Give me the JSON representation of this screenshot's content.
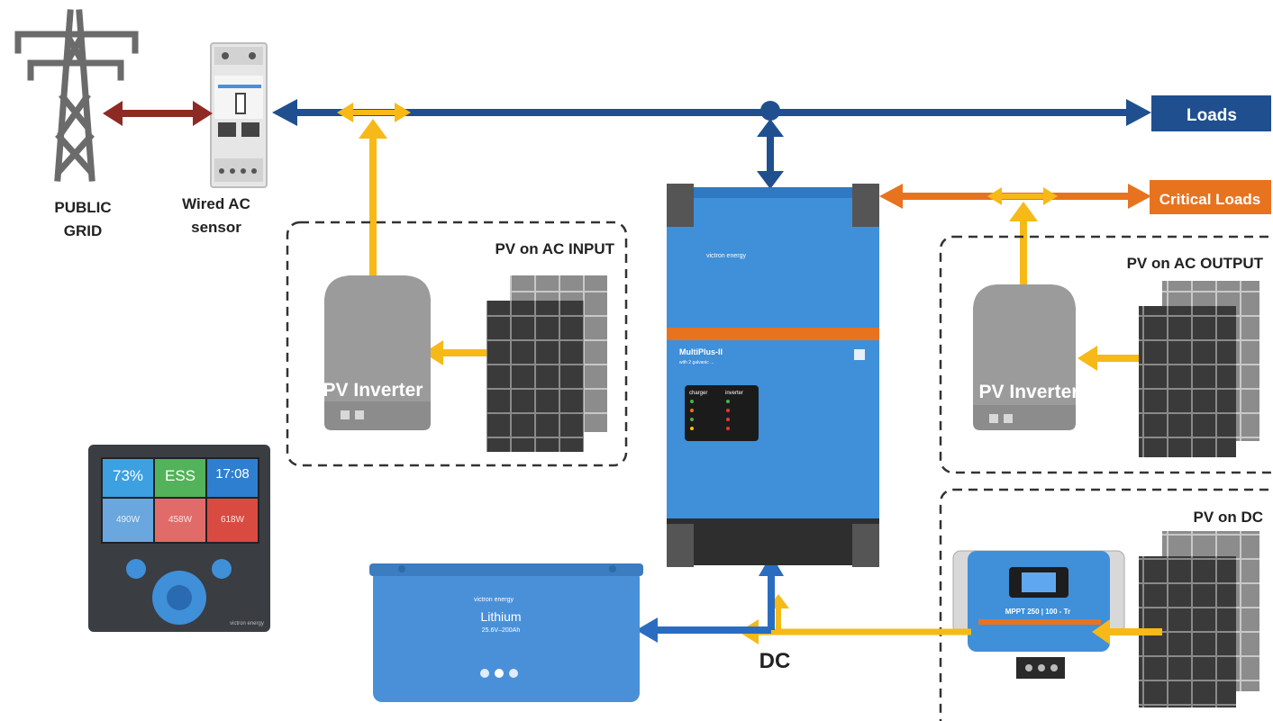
{
  "labels": {
    "grid_line1": "PUBLIC",
    "grid_line2": "GRID",
    "sensor_line1": "Wired AC",
    "sensor_line2": "sensor",
    "loads": "Loads",
    "critical_loads": "Critical Loads",
    "pv_ac_input": "PV on AC INPUT",
    "pv_ac_output": "PV on AC OUTPUT",
    "pv_dc": "PV on DC",
    "pv_inverter": "PV Inverter",
    "dc": "DC"
  },
  "multiplus": {
    "brand": "victron energy",
    "model": "MultiPlus-II",
    "subtitle": "with 2 galvanic ...",
    "panel_left_header": "charger",
    "panel_right_header": "inverter"
  },
  "battery": {
    "brand": "victron energy",
    "name": "Lithium",
    "spec": "25.6V–200Ah"
  },
  "mppt": {
    "model": "MPPT 250 | 100 - Tr"
  },
  "gx": {
    "tile_soc": "73%",
    "tile_mode": "ESS",
    "tile_time": "17:08",
    "tile_p1": "490W",
    "tile_p2": "458W",
    "tile_p3": "618W",
    "brand_footer": "victron energy"
  },
  "colors": {
    "dc_blue": "#1f4f8f",
    "ac_out_orange": "#e8731f",
    "pv_yellow": "#f6b918",
    "grid_red": "#8e2a24",
    "victron_blue": "#3f8fd9"
  }
}
